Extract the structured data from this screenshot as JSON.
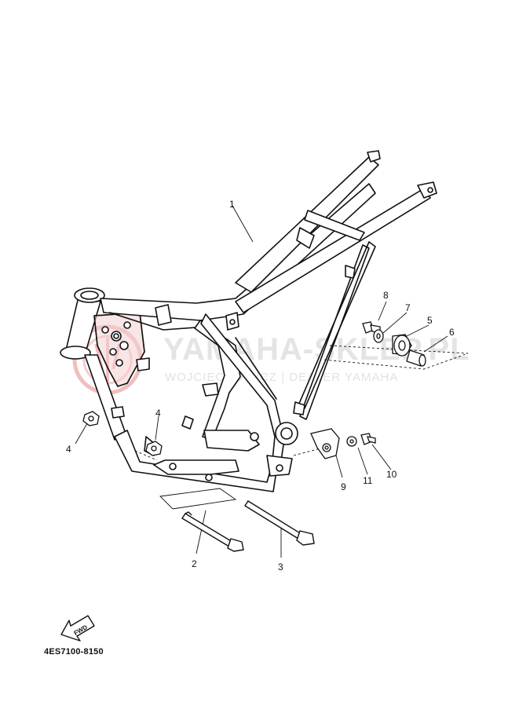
{
  "diagram_code": "4ES7100-8150",
  "fwd_label": "FWD",
  "watermark": {
    "title": "YAMAHA-SKLEP.PL",
    "subtitle": "WOJCIECHOWICZ | DEALER YAMAHA",
    "logo_color": "#f0b8b8"
  },
  "callouts": [
    {
      "id": "c1",
      "label": "1"
    },
    {
      "id": "c2",
      "label": "2"
    },
    {
      "id": "c3",
      "label": "3"
    },
    {
      "id": "c4a",
      "label": "4"
    },
    {
      "id": "c4b",
      "label": "4"
    },
    {
      "id": "c5",
      "label": "5"
    },
    {
      "id": "c6",
      "label": "6"
    },
    {
      "id": "c7",
      "label": "7"
    },
    {
      "id": "c8",
      "label": "8"
    },
    {
      "id": "c9",
      "label": "9"
    },
    {
      "id": "c10",
      "label": "10"
    },
    {
      "id": "c11",
      "label": "11"
    }
  ]
}
